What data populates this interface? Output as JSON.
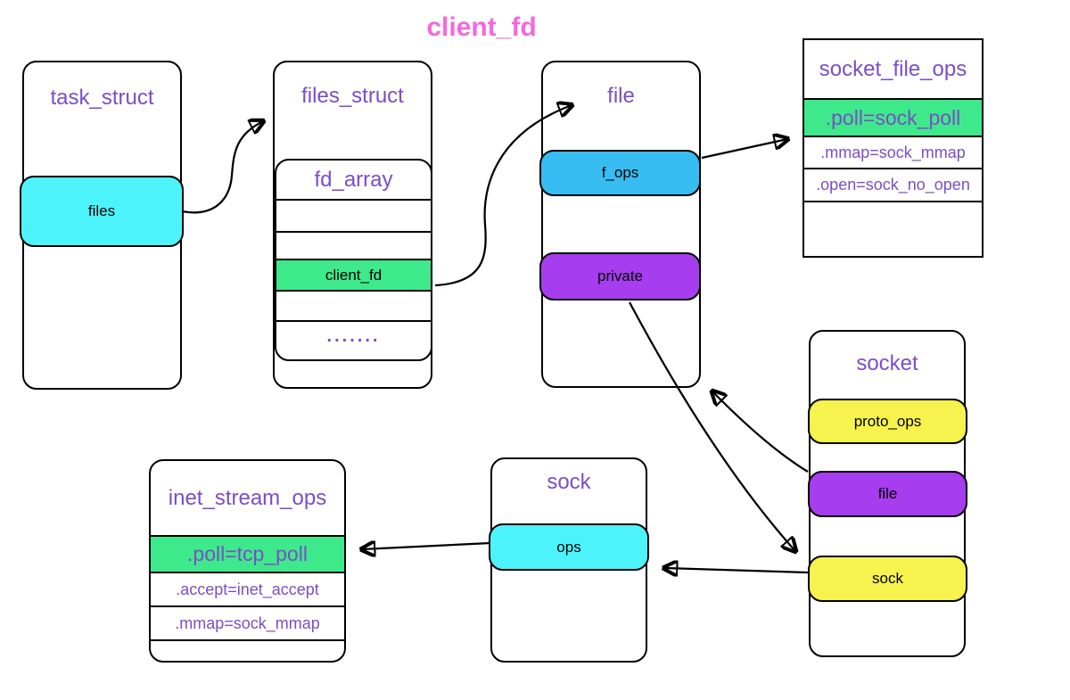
{
  "title": "client_fd",
  "colors": {
    "cyan": "#4DF3FA",
    "green": "#3EE98C",
    "blue": "#38BDF2",
    "purple": "#A63DEE",
    "yellow": "#F6F24E",
    "heading_text": "#7B4EC6",
    "title_pink": "#F767DC",
    "line": "#000000"
  },
  "boxes": {
    "task_struct": {
      "title": "task_struct",
      "field": "files"
    },
    "files_struct": {
      "title": "files_struct",
      "table": {
        "title": "fd_array",
        "highlight": "client_fd",
        "ellipsis": "......."
      }
    },
    "file": {
      "title": "file",
      "fields": [
        "f_ops",
        "private"
      ]
    },
    "socket_file_ops": {
      "title": "socket_file_ops",
      "rows": [
        ".poll=sock_poll",
        ".mmap=sock_mmap",
        ".open=sock_no_open"
      ]
    },
    "socket": {
      "title": "socket",
      "fields": [
        "proto_ops",
        "file",
        "sock"
      ]
    },
    "sock": {
      "title": "sock",
      "field": "ops"
    },
    "inet_stream_ops": {
      "title": "inet_stream_ops",
      "rows": [
        ".poll=tcp_poll",
        ".accept=inet_accept",
        ".mmap=sock_mmap"
      ]
    }
  },
  "edges": [
    {
      "from": "task_struct.files",
      "to": "files_struct"
    },
    {
      "from": "files_struct.client_fd",
      "to": "file"
    },
    {
      "from": "file.f_ops",
      "to": "socket_file_ops.poll"
    },
    {
      "from": "file.private",
      "to": "socket"
    },
    {
      "from": "socket.file",
      "to": "file"
    },
    {
      "from": "socket.sock",
      "to": "sock"
    },
    {
      "from": "sock.ops",
      "to": "inet_stream_ops.poll"
    }
  ]
}
